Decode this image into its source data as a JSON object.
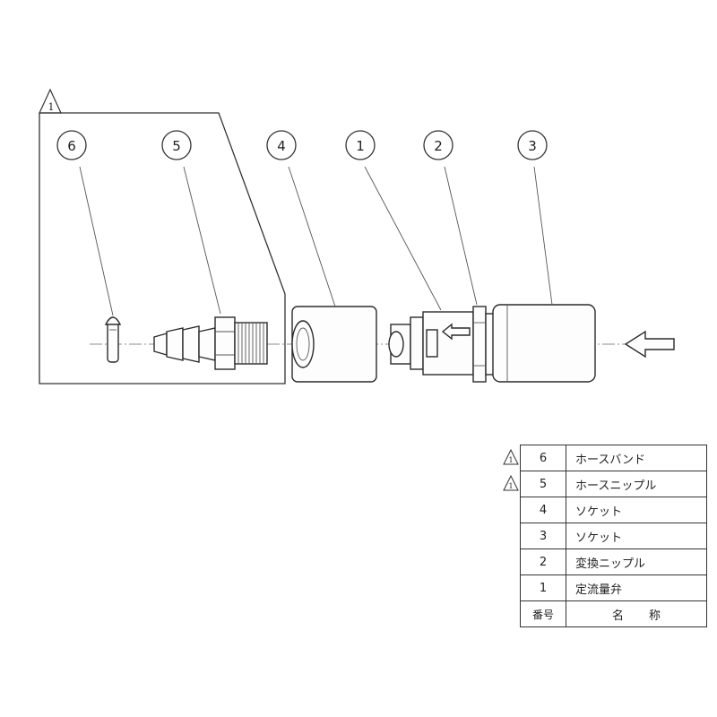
{
  "revision_mark": "1",
  "callouts": [
    {
      "id": "6"
    },
    {
      "id": "5"
    },
    {
      "id": "4"
    },
    {
      "id": "1"
    },
    {
      "id": "2"
    },
    {
      "id": "3"
    }
  ],
  "table": {
    "rows": [
      {
        "num": "6",
        "name": "ホースバンド",
        "revised": true
      },
      {
        "num": "5",
        "name": "ホースニップル",
        "revised": true
      },
      {
        "num": "4",
        "name": "ソケット",
        "revised": false
      },
      {
        "num": "3",
        "name": "ソケット",
        "revised": false
      },
      {
        "num": "2",
        "name": "変換ニップル",
        "revised": false
      },
      {
        "num": "1",
        "name": "定流量弁",
        "revised": false
      }
    ],
    "header": {
      "num": "番号",
      "name": "名称"
    }
  }
}
